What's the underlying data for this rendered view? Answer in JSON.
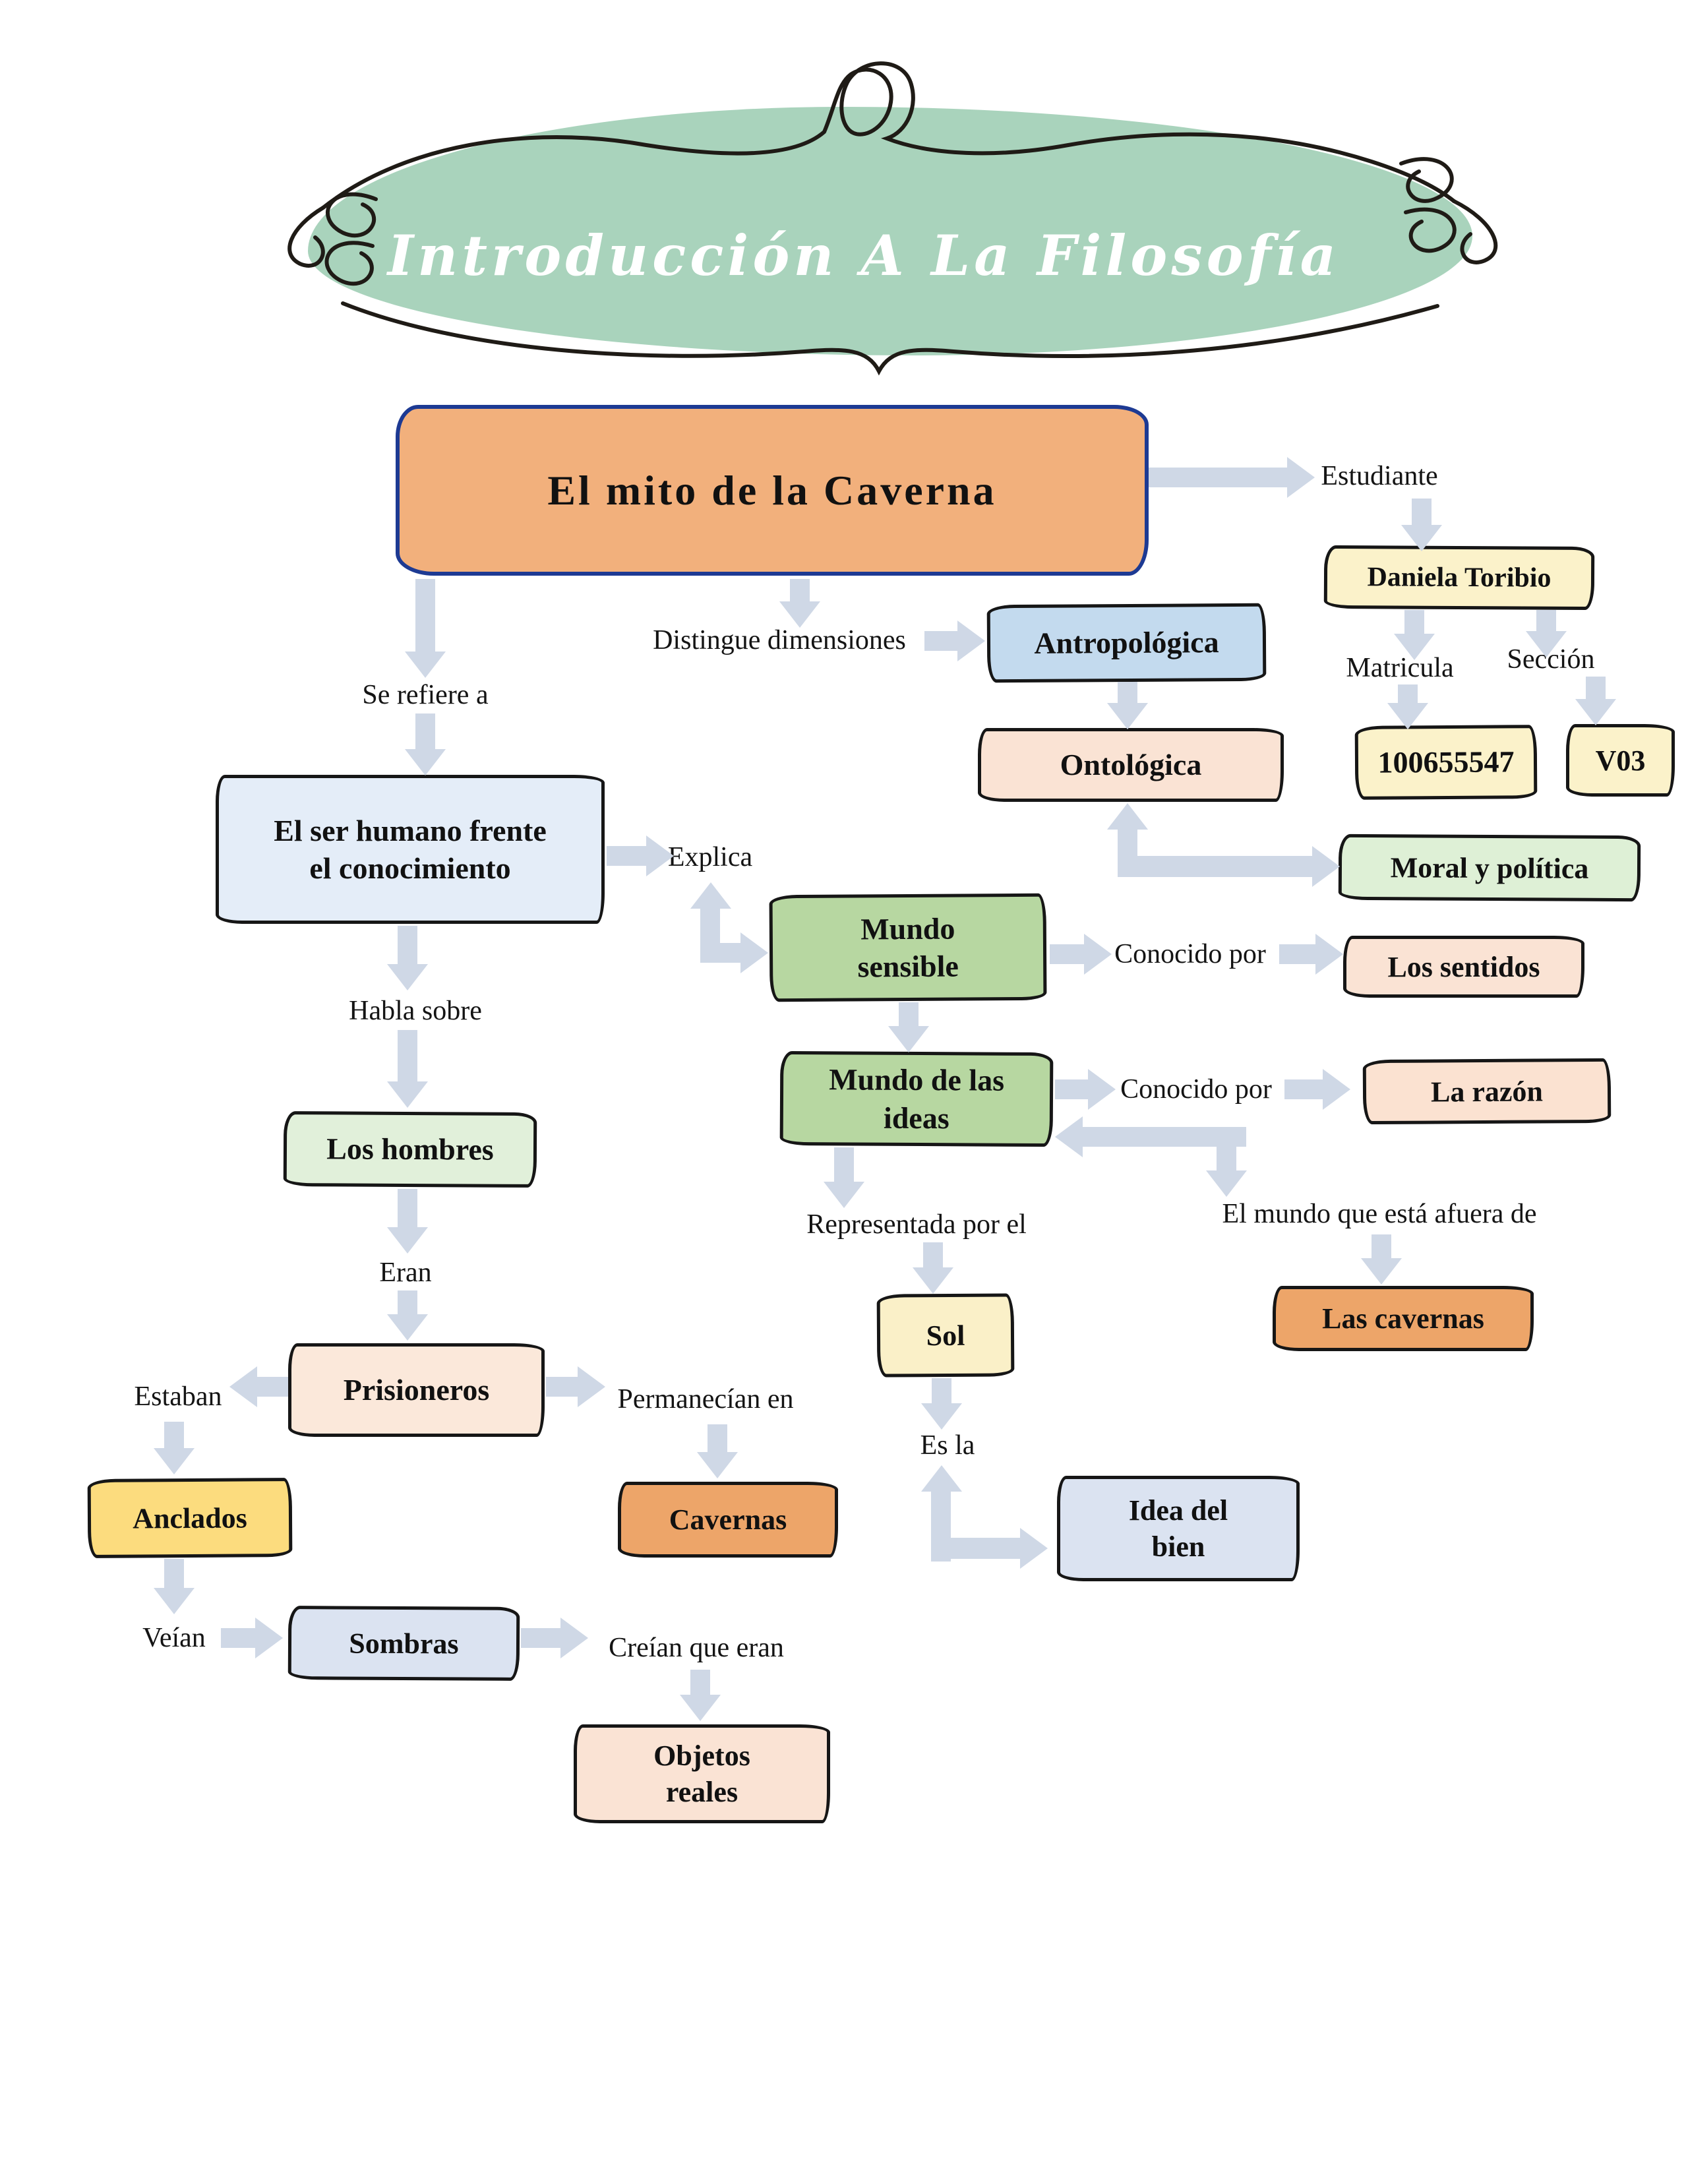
{
  "banner": {
    "title": "Introducción A La Filosofía"
  },
  "nodes": {
    "main": {
      "label": "El mito de la Caverna"
    },
    "antropologica": {
      "label": "Antropológica"
    },
    "ontologica": {
      "label": "Ontológica"
    },
    "daniela": {
      "label": "Daniela Toribio"
    },
    "matricula_value": {
      "label": "100655547"
    },
    "seccion_value": {
      "label": "V03"
    },
    "moral": {
      "label": "Moral y política"
    },
    "ser_humano": {
      "line1": "El ser humano frente",
      "line2": "el conocimiento"
    },
    "mundo_sensible": {
      "line1": "Mundo",
      "line2": "sensible"
    },
    "los_sentidos": {
      "label": "Los sentidos"
    },
    "mundo_ideas": {
      "line1": "Mundo de las",
      "line2": "ideas"
    },
    "la_razon": {
      "label": "La razón"
    },
    "las_cavernas": {
      "label": "Las cavernas"
    },
    "sol": {
      "label": "Sol"
    },
    "idea_bien": {
      "line1": "Idea del",
      "line2": "bien"
    },
    "los_hombres": {
      "label": "Los hombres"
    },
    "prisioneros": {
      "label": "Prisioneros"
    },
    "anclados": {
      "label": "Anclados"
    },
    "cavernas": {
      "label": "Cavernas"
    },
    "sombras": {
      "label": "Sombras"
    },
    "objetos_reales": {
      "line1": "Objetos",
      "line2": "reales"
    }
  },
  "connector_labels": {
    "estudiante": "Estudiante",
    "matricula": "Matricula",
    "seccion": "Sección",
    "distingue": "Distingue dimensiones",
    "se_refiere": "Se refiere a",
    "explica": "Explica",
    "conocido_por_1": "Conocido por",
    "conocido_por_2": "Conocido por",
    "el_mundo_afuera": "El mundo que está afuera de",
    "representada": "Representada por el",
    "es_la": "Es la",
    "habla_sobre": "Habla sobre",
    "eran": "Eran",
    "estaban": "Estaban",
    "permanecian": "Permanecían en",
    "veian": "Veían",
    "creian": "Creían que eran"
  },
  "colors": {
    "cloud_green": "#a9d3bc",
    "main_orange": "#f2b07c",
    "main_border_navy": "#1d3a93",
    "cream": "#fbf2ca",
    "light_blue": "#c3daee",
    "pale_blue": "#e4edf8",
    "peach": "#fae3d4",
    "pale_peach": "#fbe8da",
    "light_green": "#def0d6",
    "mid_green": "#b7d7a1",
    "orange": "#eda569",
    "yellow": "#fcdc7e",
    "blue_gray": "#dbe3f1",
    "arrow_gray_blue": "#cfd8e6",
    "ink": "#161616"
  }
}
